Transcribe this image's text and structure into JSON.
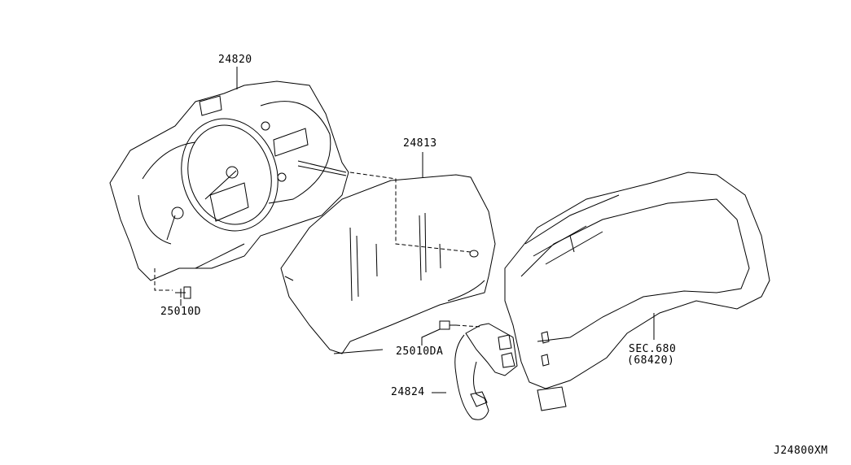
{
  "diagram": {
    "code": "J24800XM",
    "parts": [
      {
        "id": "cluster",
        "label": "24820"
      },
      {
        "id": "lens",
        "label": "24813"
      },
      {
        "id": "screw-cluster",
        "label": "25010D"
      },
      {
        "id": "screw-switch",
        "label": "25010DA"
      },
      {
        "id": "switch-harness",
        "label": "24824"
      },
      {
        "id": "finisher",
        "label": "SEC.680",
        "sublabel": "(68420)"
      }
    ]
  }
}
